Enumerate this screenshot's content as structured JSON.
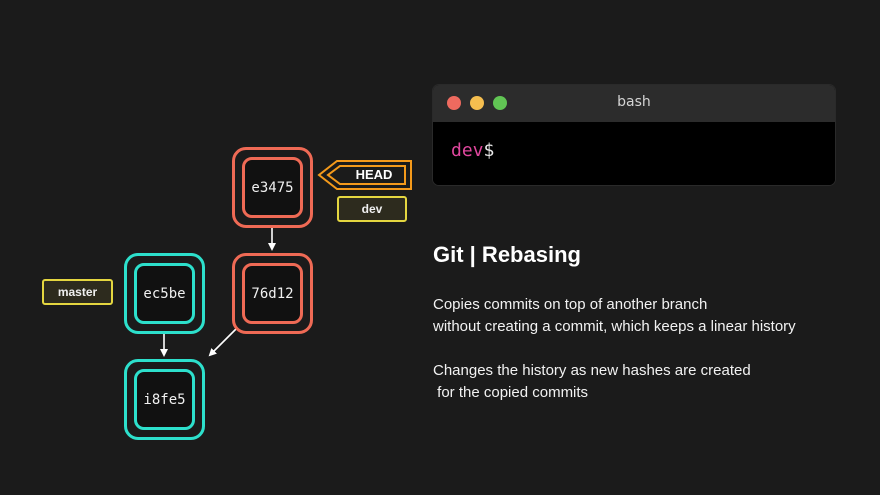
{
  "terminal": {
    "title": "bash",
    "prompt_branch": "dev",
    "prompt_symbol": "$",
    "colors": {
      "red": "#ee6a5f",
      "yellow": "#f5be4f",
      "green": "#61c554",
      "prompt_branch": "#e0479e",
      "titlebar": "#2c2c2c",
      "body": "#000000"
    }
  },
  "diagram": {
    "commits": [
      {
        "hash": "e3475",
        "branch": "dev",
        "color": "#ef6a55"
      },
      {
        "hash": "76d12",
        "branch": "dev",
        "color": "#ef6a55"
      },
      {
        "hash": "ec5be",
        "branch": "master",
        "color": "#2de0cc"
      },
      {
        "hash": "i8fe5",
        "branch": "master",
        "color": "#2de0cc"
      }
    ],
    "tags": {
      "head": "HEAD",
      "dev": "dev",
      "master": "master"
    },
    "colors": {
      "head_outline": "#f59a1b",
      "branch_tag_border": "#e4d640",
      "branch_tag_fill": "#2d2b1e",
      "arrow": "#ffffff"
    }
  },
  "content": {
    "title": "Git | Rebasing",
    "paragraph1_line1": "Copies commits on top of another branch",
    "paragraph1_line2": "without creating a commit, which keeps a linear history",
    "paragraph2_line1": "Changes the history as new hashes are created",
    "paragraph2_line2": " for the copied commits"
  }
}
